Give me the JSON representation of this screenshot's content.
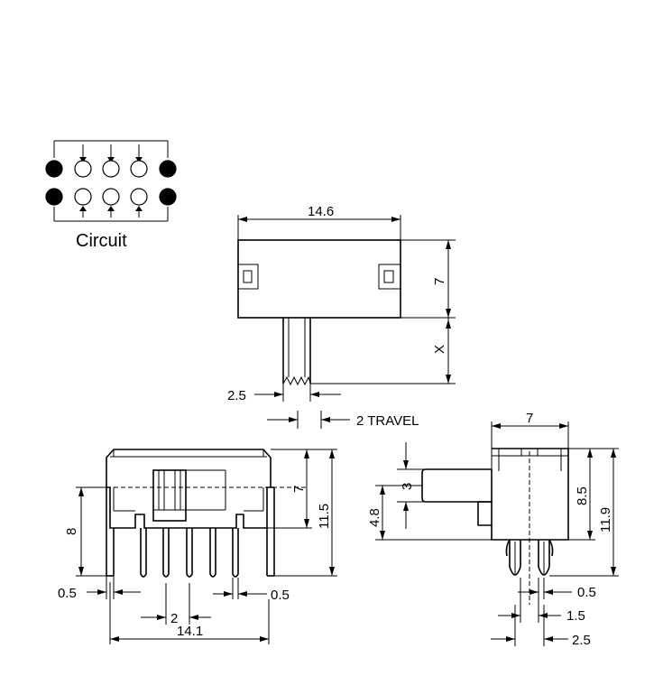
{
  "circuit": {
    "label": "Circuit"
  },
  "top_view": {
    "width": "14.6",
    "height": "7",
    "actuator": "X",
    "actuator_width": "2.5",
    "travel": "2 TRAVEL"
  },
  "front_view": {
    "pin_height": "8",
    "top_to_shaft": "7",
    "overall_height": "11.5",
    "pin_width_left": "0.5",
    "pin_width_right": "0.5",
    "pitch": "2",
    "overall_width": "14.1"
  },
  "side_view": {
    "width": "7",
    "shaft_dia": "3",
    "shaft_height": "4.8",
    "body_height": "8.5",
    "overall_height": "11.9",
    "pin_thickness": "0.5",
    "pin_spacing": "1.5",
    "row_spacing": "2.5"
  }
}
